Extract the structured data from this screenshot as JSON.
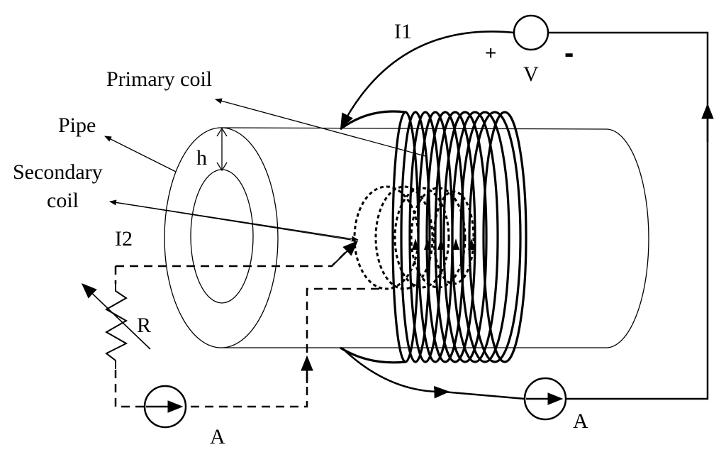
{
  "labels": {
    "primary_coil": "Primary coil",
    "pipe": "Pipe",
    "secondary_line1": "Secondary",
    "secondary_line2": "coil",
    "h": "h",
    "i1": "I1",
    "i2": "I2",
    "v": "V",
    "plus": "+",
    "minus": "-",
    "r": "R",
    "ammeter_secondary": "A",
    "ammeter_primary": "A"
  }
}
